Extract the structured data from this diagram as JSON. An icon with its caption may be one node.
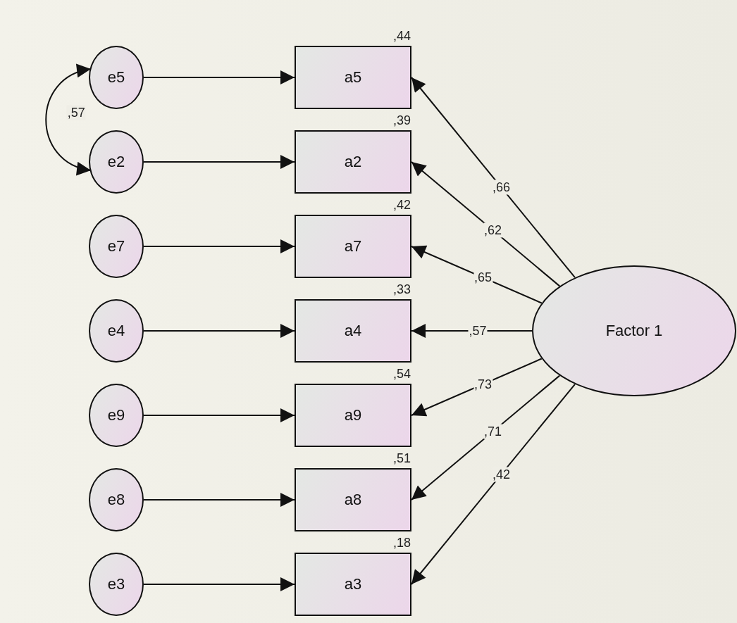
{
  "diagram": {
    "nodes": [
      {
        "text": [
          "e5"
        ]
      },
      {
        "text": [
          "a5"
        ],
        "beside": [
          ",44"
        ]
      },
      {
        "text": [
          "e2"
        ]
      },
      {
        "text": [
          "a2"
        ],
        "beside": [
          ",39"
        ]
      },
      {
        "text": [
          "e7"
        ]
      },
      {
        "text": [
          "a7"
        ],
        "beside": [
          ",42"
        ]
      },
      {
        "text": [
          "e4"
        ]
      },
      {
        "text": [
          "a4"
        ],
        "beside": [
          ",33"
        ]
      },
      {
        "text": [
          "e9"
        ]
      },
      {
        "text": [
          "a9"
        ],
        "beside": [
          ",54"
        ]
      },
      {
        "text": [
          "e8"
        ]
      },
      {
        "text": [
          "a8"
        ],
        "beside": [
          ",51"
        ]
      },
      {
        "text": [
          "e3"
        ]
      },
      {
        "text": [
          "a3"
        ],
        "beside": [
          ",18"
        ]
      },
      {
        "text": [
          "Factor 1"
        ]
      }
    ],
    "edges": [
      {
        "from": 0,
        "to": 1,
        "arrow": "to"
      },
      {
        "from": 2,
        "to": 3,
        "arrow": "to"
      },
      {
        "from": 4,
        "to": 5,
        "arrow": "to"
      },
      {
        "from": 6,
        "to": 7,
        "arrow": "to"
      },
      {
        "from": 8,
        "to": 9,
        "arrow": "to"
      },
      {
        "from": 10,
        "to": 11,
        "arrow": "to"
      },
      {
        "from": 12,
        "to": 13,
        "arrow": "to"
      },
      {
        "from": 0,
        "to": 2,
        "arrow": "both",
        "label": ",57"
      },
      {
        "from": 14,
        "to": 1,
        "arrow": "to",
        "label": ",66"
      },
      {
        "from": 14,
        "to": 3,
        "arrow": "to",
        "label": ",62"
      },
      {
        "from": 14,
        "to": 5,
        "arrow": "to",
        "label": ",65"
      },
      {
        "from": 14,
        "to": 7,
        "arrow": "to",
        "label": ",57"
      },
      {
        "from": 14,
        "to": 9,
        "arrow": "to",
        "label": ",73"
      },
      {
        "from": 14,
        "to": 11,
        "arrow": "to",
        "label": ",71"
      },
      {
        "from": 14,
        "to": 13,
        "arrow": "to",
        "label": ",42"
      }
    ]
  }
}
